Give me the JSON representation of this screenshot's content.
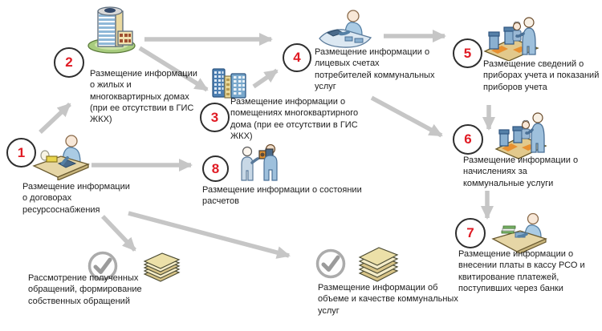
{
  "diagram": {
    "colors": {
      "number": "#e01b24",
      "circle_border": "#2e2e2e",
      "arrow": "#c6c6c6",
      "text": "#1c1c1c",
      "background": "#ffffff"
    },
    "nodes": [
      {
        "number": "1",
        "icon": "person-desk-money-icon",
        "label": "Размещение информации о договорах ресурсоснабжения"
      },
      {
        "number": "2",
        "icon": "apartment-building-icon",
        "label": "Размещение информации о жилых и многоквартирных домах (при ее отсутствии в ГИС ЖКХ)"
      },
      {
        "number": "3",
        "icon": "multiapartment-towers-icon",
        "label": "Размещение информации  о помещениях многоквартирного дома (при ее отсутствии в ГИС ЖКХ)"
      },
      {
        "number": "4",
        "icon": "person-desk-icon",
        "label": "Размещение информации о лицевых счетах потребителей коммунальных услуг"
      },
      {
        "number": "5",
        "icon": "metering-devices-icon",
        "label": "Размещение сведений о приборах учета и показаний приборов учета"
      },
      {
        "number": "6",
        "icon": "charges-people-icon",
        "label": "Размещение информации о начислениях  за коммунальные услуги"
      },
      {
        "number": "7",
        "icon": "cashier-desk-icon",
        "label": "Размещение информации о внесении платы в кассу РСО и квитирование платежей, поступивших через банки"
      },
      {
        "number": "8",
        "icon": "two-people-icon",
        "label": "Размещение информации  о состоянии расчетов"
      }
    ],
    "notes": [
      {
        "icons": [
          "check-icon",
          "documents-stack-icon"
        ],
        "label": "Рассмотрение полученных обращений, формирование собственных обращений"
      },
      {
        "icons": [
          "check-icon",
          "documents-stack-icon"
        ],
        "label": "Размещение информации об объеме и качестве коммунальных услуг"
      }
    ]
  }
}
